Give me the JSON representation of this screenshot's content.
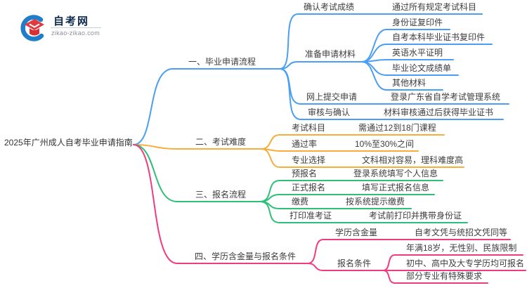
{
  "logo": {
    "site_name": "自考网",
    "site_domain": "zikao-zikao.com"
  },
  "root": {
    "label": "2025年广州成人自考毕业申请指南"
  },
  "colors": {
    "branch1": "#4A9EF3",
    "branch2": "#F7AD3C",
    "branch3": "#2FBF77",
    "branch4": "#F23B7F",
    "text": "#3d3d3d",
    "logo_navy": "#0d2a4d",
    "logo_red": "#E03A3F",
    "logo_blue": "#1F7EC7"
  },
  "branches": [
    {
      "label": "一、毕业申请流程",
      "children": [
        {
          "label": "确认考试成绩",
          "children": [
            {
              "label": "通过所有规定考试科目"
            }
          ]
        },
        {
          "label": "准备申请材料",
          "children": [
            {
              "label": "身份证复印件"
            },
            {
              "label": "自考本科毕业证书复印件"
            },
            {
              "label": "英语水平证明"
            },
            {
              "label": "毕业论文成绩单"
            },
            {
              "label": "其他材料"
            }
          ]
        },
        {
          "label": "网上提交申请",
          "children": [
            {
              "label": "登录广东省自学考试管理系统"
            }
          ]
        },
        {
          "label": "审核与确认",
          "children": [
            {
              "label": "材料审核通过后获得毕业证书"
            }
          ]
        }
      ]
    },
    {
      "label": "二、考试难度",
      "children": [
        {
          "label": "考试科目",
          "children": [
            {
              "label": "需通过12到18门课程"
            }
          ]
        },
        {
          "label": "通过率",
          "children": [
            {
              "label": "10%至30%之间"
            }
          ]
        },
        {
          "label": "专业选择",
          "children": [
            {
              "label": "文科相对容易，理科难度高"
            }
          ]
        }
      ]
    },
    {
      "label": "三、报名流程",
      "children": [
        {
          "label": "预报名",
          "children": [
            {
              "label": "登录系统填写个人信息"
            }
          ]
        },
        {
          "label": "正式报名",
          "children": [
            {
              "label": "填写正式报名信息"
            }
          ]
        },
        {
          "label": "缴费",
          "children": [
            {
              "label": "按系统提示缴费"
            }
          ]
        },
        {
          "label": "打印准考证",
          "children": [
            {
              "label": "考试前打印并携带身份证"
            }
          ]
        }
      ]
    },
    {
      "label": "四、学历含金量与报名条件",
      "children": [
        {
          "label": "学历含金量",
          "children": [
            {
              "label": "自考文凭与统招文凭同等"
            }
          ]
        },
        {
          "label": "报名条件",
          "children": [
            {
              "label": "年满18岁，无性别、民族限制"
            },
            {
              "label": "初中、高中及大专学历均可报名"
            },
            {
              "label": "部分专业有特殊要求"
            }
          ]
        }
      ]
    }
  ]
}
